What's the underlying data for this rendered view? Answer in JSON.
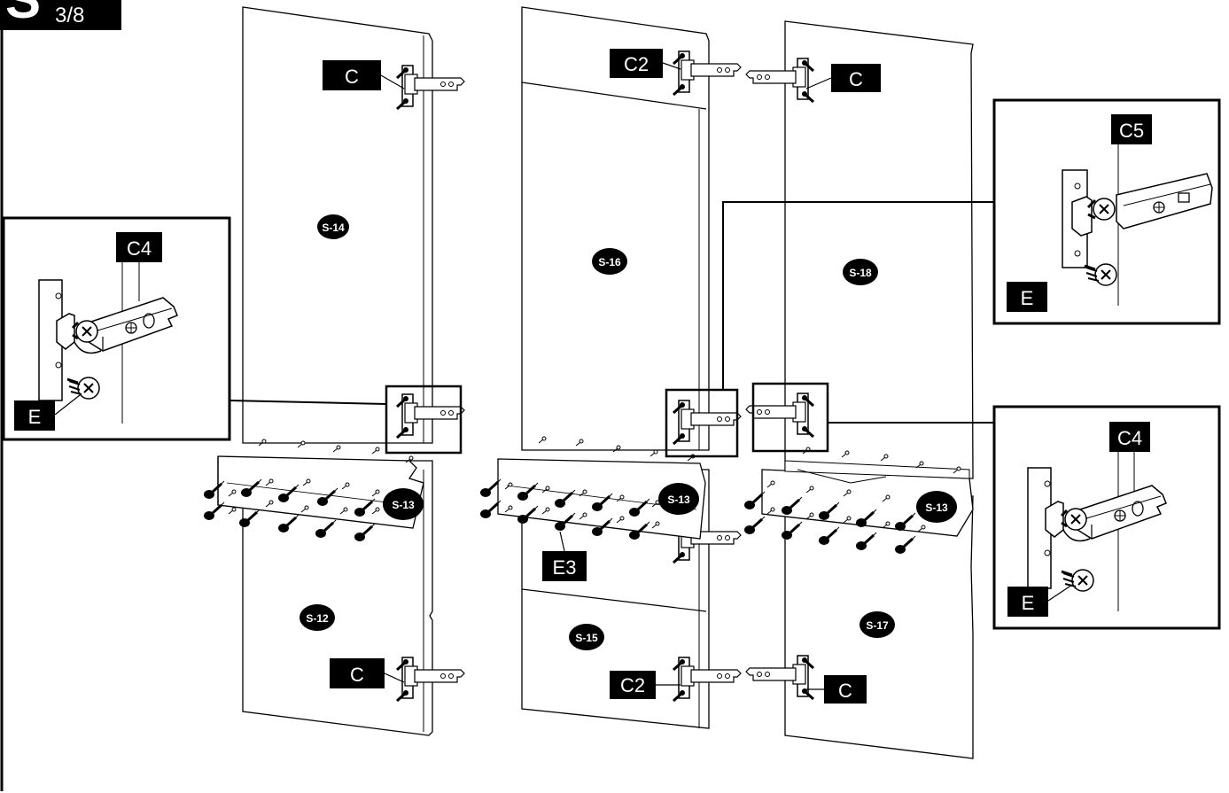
{
  "step": {
    "letter": "S",
    "page": "3/8"
  },
  "parts": {
    "hinge": "C",
    "hinge_2": "C2",
    "hinge_4": "C4",
    "hinge_5": "C5",
    "screw": "E",
    "screw_3": "E3"
  },
  "panels": {
    "s12": "S-12",
    "s13": "S-13",
    "s14": "S-14",
    "s15": "S-15",
    "s16": "S-16",
    "s17": "S-17",
    "s18": "S-18"
  },
  "colors": {
    "ink": "#000000",
    "paper": "#ffffff"
  }
}
